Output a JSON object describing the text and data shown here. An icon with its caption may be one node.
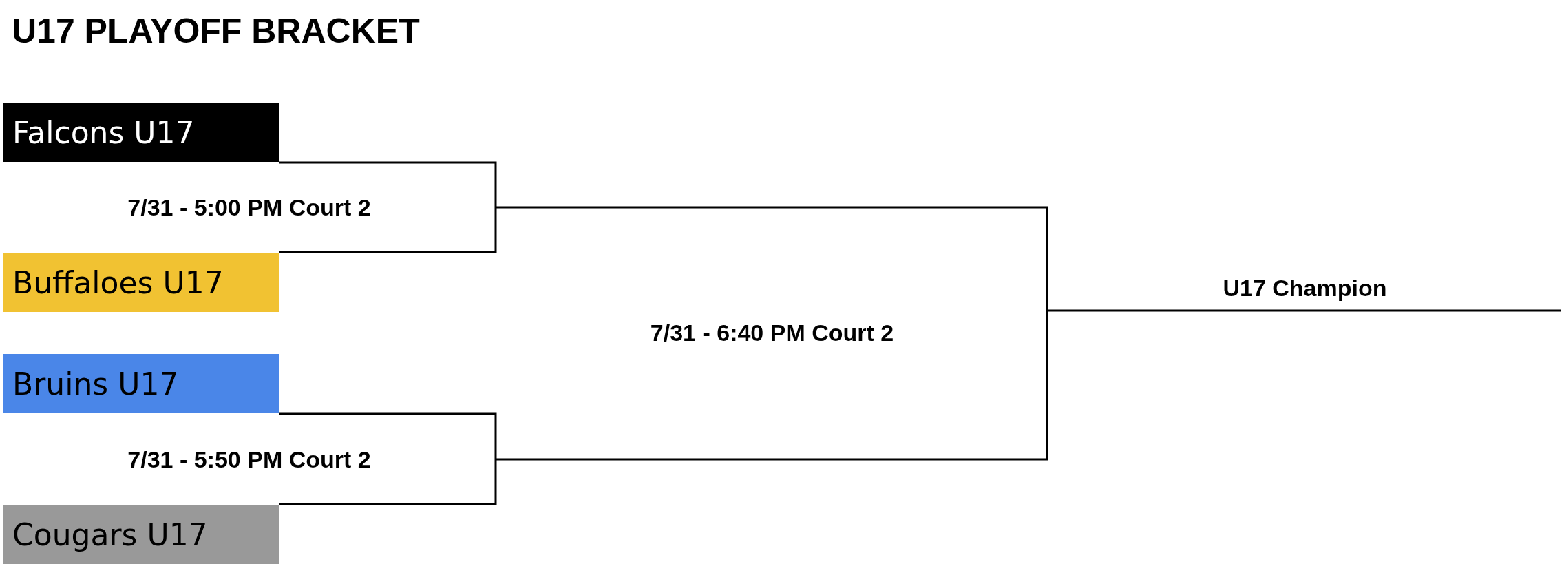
{
  "diagram": {
    "title": "U17 PLAYOFF BRACKET",
    "nodes": [
      {
        "text": [
          "Falcons U17"
        ]
      },
      {
        "text": [
          "Buffaloes U17"
        ]
      },
      {
        "text": [
          "Bruins U17"
        ]
      },
      {
        "text": [
          "Cougars U17"
        ]
      },
      {
        "text": [
          "7/31 - 5:00 PM Court 2"
        ]
      },
      {
        "text": [
          "7/31 - 5:50 PM Court 2"
        ]
      },
      {
        "text": [
          "7/31 - 6:40 PM Court 2"
        ]
      },
      {
        "text": [
          "U17 Champion"
        ]
      }
    ],
    "edges": [
      {
        "from": 0,
        "to": 4,
        "arrow": "none"
      },
      {
        "from": 1,
        "to": 4,
        "arrow": "none"
      },
      {
        "from": 2,
        "to": 5,
        "arrow": "none"
      },
      {
        "from": 3,
        "to": 5,
        "arrow": "none"
      },
      {
        "from": 4,
        "to": 6,
        "arrow": "none"
      },
      {
        "from": 5,
        "to": 6,
        "arrow": "none"
      },
      {
        "from": 6,
        "to": 7,
        "arrow": "none"
      }
    ]
  }
}
